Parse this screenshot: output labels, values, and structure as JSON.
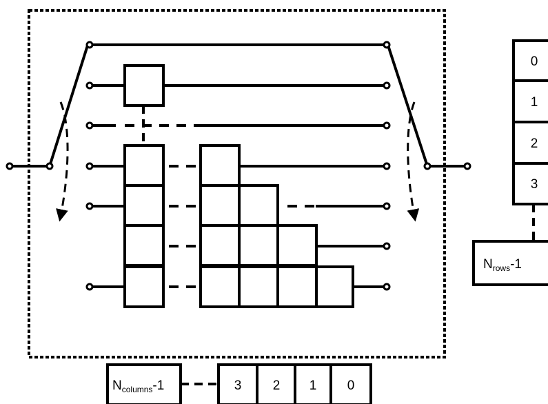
{
  "row_index_labels": [
    "0",
    "1",
    "2",
    "3"
  ],
  "row_last_label": {
    "base": "N",
    "sub": "rows",
    "suffix": "-1"
  },
  "column_index_labels": [
    "3",
    "2",
    "1",
    "0"
  ],
  "column_last_label": {
    "base": "N",
    "sub": "columns",
    "suffix": "-1"
  },
  "colors": {
    "stroke": "#000000",
    "background": "#ffffff"
  }
}
